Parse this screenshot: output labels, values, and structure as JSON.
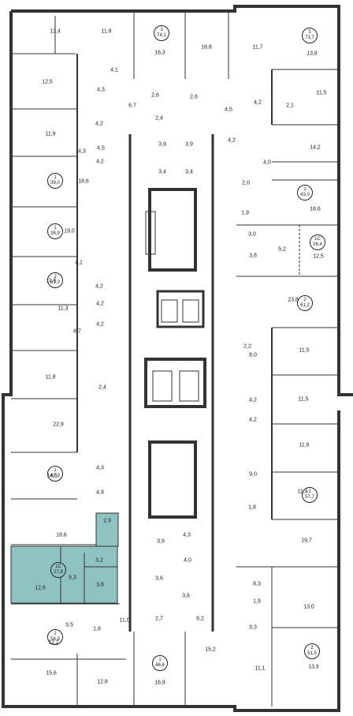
{
  "selected_apartment": {
    "type": "1С",
    "area": "27,8",
    "highlight_color": "#8fc3c2"
  },
  "apartments": [
    {
      "type": "3",
      "area": "74,1"
    },
    {
      "type": "3",
      "area": "73,7"
    },
    {
      "type": "1",
      "area": "39,0"
    },
    {
      "type": "1",
      "area": "43,0"
    },
    {
      "type": "1",
      "area": "38,9"
    },
    {
      "type": "1С",
      "area": "26,4"
    },
    {
      "type": "2",
      "area": "61,3"
    },
    {
      "type": "2",
      "area": "61,2"
    },
    {
      "type": "1",
      "area": "42,3"
    },
    {
      "type": "2",
      "area": "57,7"
    },
    {
      "type": "1С",
      "area": "27,8"
    },
    {
      "type": "2",
      "area": "56,9"
    },
    {
      "type": "1",
      "area": "46,6"
    },
    {
      "type": "2",
      "area": "51,5"
    }
  ],
  "room_areas": [
    "13,4",
    "11,8",
    "16,3",
    "18,8",
    "11,7",
    "13,8",
    "12,5",
    "4,1",
    "4,3",
    "6,7",
    "2,6",
    "2,6",
    "4,5",
    "4,2",
    "2,1",
    "11,5",
    "4,2",
    "2,4",
    "4,5",
    "11,9",
    "4,2",
    "4,3",
    "3,9",
    "3,9",
    "4,2",
    "14,2",
    "3,4",
    "3,4",
    "4,0",
    "18,6",
    "2,0",
    "18,6",
    "1,9",
    "19,0",
    "3,0",
    "5,2",
    "12,5",
    "3,8",
    "4,1",
    "11,6",
    "4,2",
    "23,8",
    "4,2",
    "11,3",
    "4,2",
    "2,2",
    "8,7",
    "11,5",
    "8,0",
    "11,8",
    "2,4",
    "4,2",
    "11,5",
    "22,9",
    "4,2",
    "11,6",
    "14,5",
    "4,3",
    "9,0",
    "4,9",
    "11,4",
    "1,8",
    "18,6",
    "2,9",
    "3,9",
    "4,3",
    "19,7",
    "3,2",
    "4,0",
    "5,3",
    "12,6",
    "3,8",
    "3,6",
    "3,6",
    "8,3",
    "1,9",
    "13,0",
    "3,5",
    "1,8",
    "11,0",
    "2,7",
    "8,2",
    "3,3",
    "12,2",
    "15,2",
    "16,9",
    "11,1",
    "13,9",
    "15,6",
    "12,8"
  ]
}
